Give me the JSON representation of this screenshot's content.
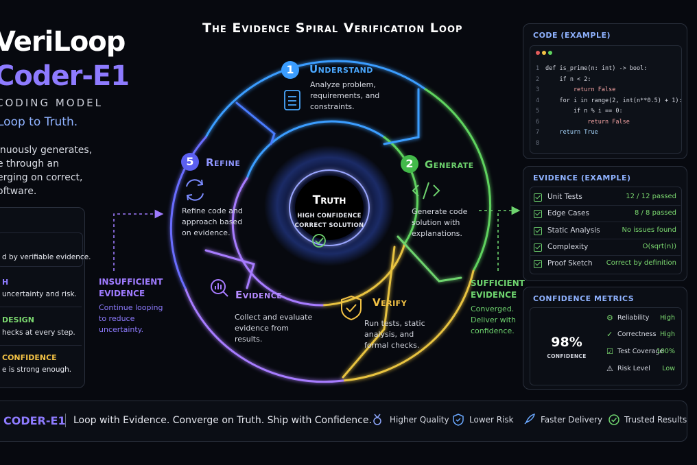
{
  "brand": {
    "name_line1": "VeriLoop",
    "name_line2": "Coder-E1",
    "subtitle": "CODING MODEL",
    "tagline": "Loop to Truth.",
    "description_lines": [
      "inuously generates,",
      "e through an",
      "erging on correct,",
      "oftware."
    ]
  },
  "left_panel": {
    "items": [
      {
        "title": "",
        "text": "d by verifiable evidence.",
        "color": "#e6e8ef"
      },
      {
        "title": "H",
        "text": "uncertainty and risk.",
        "color": "#8e7bff"
      },
      {
        "title": " DESIGN",
        "text": "hecks at every step.",
        "color": "#7bd86f"
      },
      {
        "title": " CONFIDENCE",
        "text": "e is strong enough.",
        "color": "#f3c245"
      }
    ]
  },
  "diagram": {
    "title": "The Evidence Spiral Verification Loop",
    "center": {
      "title": "Truth",
      "line1": "HIGH CONFIDENCE",
      "line2": "CORRECT SOLUTION"
    },
    "stages": [
      {
        "num": "1",
        "title": "Understand",
        "desc": [
          "Analyze problem,",
          "requirements, and",
          "constraints."
        ],
        "color": "#3b9dff",
        "icon": "document-icon"
      },
      {
        "num": "2",
        "title": "Generate",
        "desc": [
          "Generate code",
          "solution with",
          "explanations."
        ],
        "color": "#5fd35f",
        "icon": "code-icon"
      },
      {
        "num": "",
        "title": "Verify",
        "desc": [
          "Run tests, static",
          "analysis, and",
          "formal checks."
        ],
        "color": "#f3c245",
        "icon": "shield-check-icon"
      },
      {
        "num": "",
        "title": "Evidence",
        "desc": [
          "Collect and evaluate",
          "evidence from",
          "results."
        ],
        "color": "#a77bff",
        "icon": "magnifier-chart-icon"
      },
      {
        "num": "5",
        "title": "Refine",
        "desc": [
          "Refine code and",
          "approach based",
          "on evidence."
        ],
        "color": "#6a6dff",
        "icon": "refresh-icon"
      }
    ],
    "insufficient": {
      "title_line1": "INSUFFICIENT",
      "title_line2": "EVIDENCE",
      "desc": [
        "Continue looping",
        "to reduce",
        "uncertainty."
      ]
    },
    "sufficient": {
      "title_line1": "SUFFICIENT",
      "title_line2": "EVIDENCE",
      "desc": [
        "Converged.",
        "Deliver with",
        "confidence."
      ]
    }
  },
  "code_panel": {
    "header": "CODE (EXAMPLE)",
    "lines": [
      "def is_prime(n: int) -> bool:",
      "    if n < 2:",
      "        return False",
      "    for i in range(2, int(n**0.5) + 1):",
      "        if n % i == 0:",
      "            return False",
      "    return True",
      ""
    ],
    "line_numbers": [
      "1",
      "2",
      "3",
      "4",
      "5",
      "6",
      "7",
      "8"
    ]
  },
  "evidence_panel": {
    "header": "EVIDENCE (EXAMPLE)",
    "rows": [
      {
        "label": "Unit Tests",
        "value": "12 / 12 passed"
      },
      {
        "label": "Edge Cases",
        "value": "8 / 8 passed"
      },
      {
        "label": "Static Analysis",
        "value": "No issues found"
      },
      {
        "label": "Complexity",
        "value": "O(sqrt(n))"
      },
      {
        "label": "Proof Sketch",
        "value": "Correct by definition"
      }
    ]
  },
  "confidence_panel": {
    "header": "CONFIDENCE METRICS",
    "percent_label": "98%",
    "percent_value": 98,
    "sub_label": "CONFIDENCE",
    "metrics": [
      {
        "label": "Reliability",
        "value": "High",
        "icon": "gear-icon"
      },
      {
        "label": "Correctness",
        "value": "High",
        "icon": "check-circle-icon"
      },
      {
        "label": "Test Coverage",
        "value": "100%",
        "icon": "checkbox-icon"
      },
      {
        "label": "Risk Level",
        "value": "Low",
        "icon": "warning-icon"
      }
    ]
  },
  "footer": {
    "brand": "CODER-E1",
    "tagline": "Loop with Evidence. Converge on Truth.  Ship with Confidence.",
    "items": [
      {
        "label": "Higher Quality",
        "icon": "medal-icon"
      },
      {
        "label": "Lower Risk",
        "icon": "shield-icon"
      },
      {
        "label": "Faster Delivery",
        "icon": "rocket-icon"
      },
      {
        "label": "Trusted Results",
        "icon": "check-circle-icon"
      }
    ]
  },
  "colors": {
    "accent": "#8e7bff",
    "blue": "#3b9dff",
    "green": "#5fd35f",
    "yellow": "#f3c245",
    "purple": "#a77bff"
  }
}
